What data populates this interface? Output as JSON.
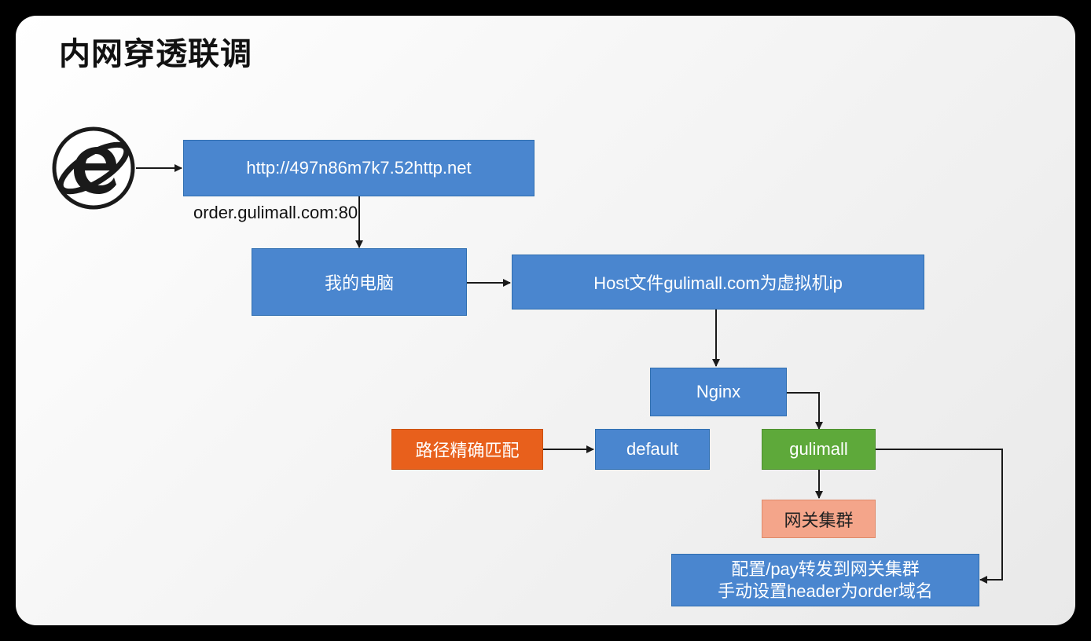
{
  "title": "内网穿透联调",
  "browser_icon": "internet-explorer-icon",
  "annotation": "order.gulimall.com:80",
  "nodes": {
    "url": "http://497n86m7k7.52http.net",
    "my_pc": "我的电脑",
    "host_file": "Host文件gulimall.com为虚拟机ip",
    "nginx": "Nginx",
    "path_match": "路径精确匹配",
    "default": "default",
    "gulimall": "gulimall",
    "gateway_cluster": "网关集群",
    "config_line1": "配置/pay转发到网关集群",
    "config_line2": "手动设置header为order域名"
  },
  "colors": {
    "box_blue": "#4a86cf",
    "box_orange": "#e8601c",
    "box_green": "#5ea93a",
    "box_salmon": "#f4a58a"
  }
}
